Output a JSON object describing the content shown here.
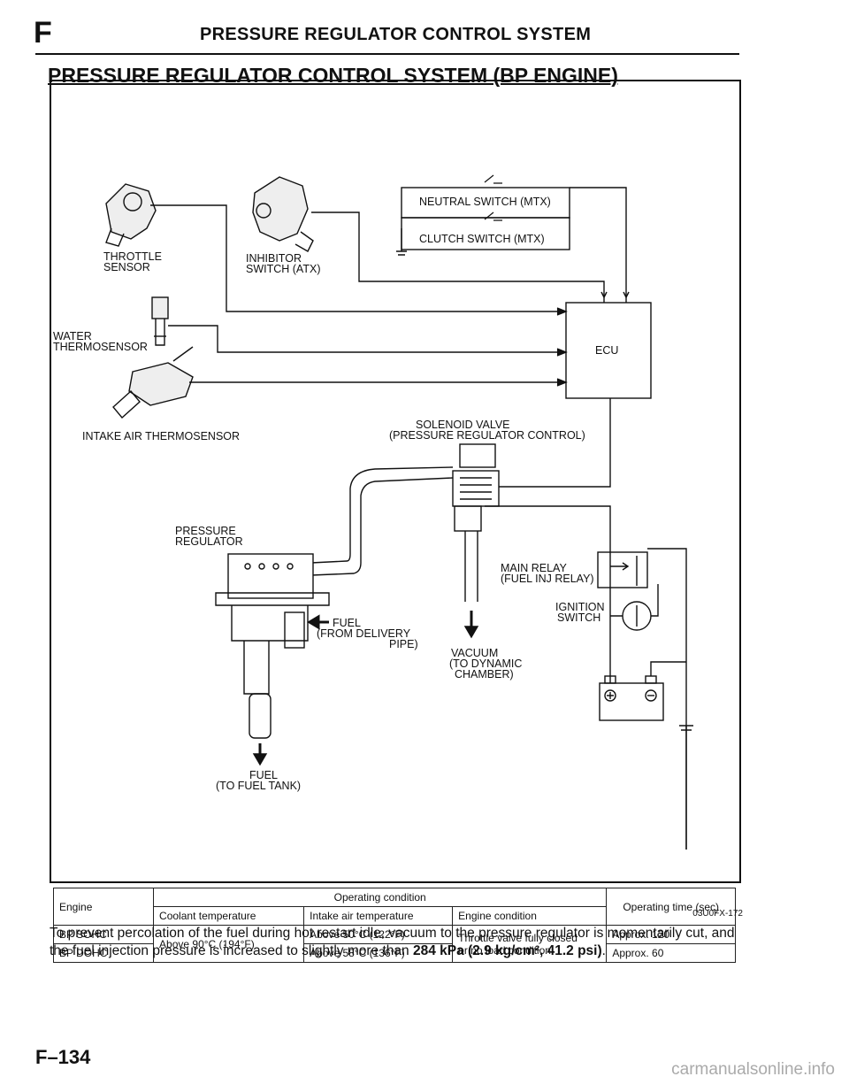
{
  "header": {
    "letter": "F",
    "title": "PRESSURE REGULATOR CONTROL SYSTEM"
  },
  "section_title": "PRESSURE REGULATOR CONTROL SYSTEM (BP ENGINE)",
  "diagram": {
    "throttle_sensor": [
      "THROTTLE",
      "SENSOR"
    ],
    "inhibitor_switch": [
      "INHIBITOR",
      "SWITCH (ATX)"
    ],
    "neutral_switch": "NEUTRAL SWITCH (MTX)",
    "clutch_switch": "CLUTCH SWITCH (MTX)",
    "water_thermosensor": [
      "WATER",
      "THERMOSENSOR"
    ],
    "ecu": "ECU",
    "intake_air_thermosensor": "INTAKE AIR THERMOSENSOR",
    "solenoid_valve": [
      "SOLENOID VALVE",
      "(PRESSURE REGULATOR CONTROL)"
    ],
    "pressure_regulator": [
      "PRESSURE",
      "REGULATOR"
    ],
    "main_relay": [
      "MAIN RELAY",
      "(FUEL INJ RELAY)"
    ],
    "ignition_switch": [
      "IGNITION",
      "SWITCH"
    ],
    "fuel_in": [
      "FUEL",
      "(FROM DELIVERY",
      "PIPE)"
    ],
    "vacuum": [
      "VACUUM",
      "(TO DYNAMIC",
      "CHAMBER)"
    ],
    "fuel_out": [
      "FUEL",
      "(TO FUEL TANK)"
    ]
  },
  "table": {
    "col_engine": "Engine",
    "col_operating_condition": "Operating condition",
    "col_coolant": "Coolant temperature",
    "col_intake": "Intake air temperature",
    "col_engine_condition": "Engine condition",
    "col_operating_time": "Operating time (sec)",
    "rows": [
      {
        "engine": "BP SOHC",
        "intake": "Above 50°C (122°F)",
        "time": "Approx. 120"
      },
      {
        "engine": "BP DOHC",
        "intake": "Above 58°C (136°F)",
        "time": "Approx. 60"
      }
    ],
    "coolant_value": "Above 90°C (194°F)",
    "engine_condition_value": [
      "Throttle valve fully closed",
      "or no load condition"
    ]
  },
  "figure_code": "03U0FX-172",
  "note": {
    "text1": "To prevent percolation of the fuel during hot restart idle, vacuum to the pressure regulator is momentarily cut, and the fuel injection pressure is increased to slightly more than ",
    "bold": "284 kPa (2.9 kg/cm², 41.2 psi)",
    "text2": "."
  },
  "page_number": "F–134",
  "watermark": "carmanualsonline.info"
}
